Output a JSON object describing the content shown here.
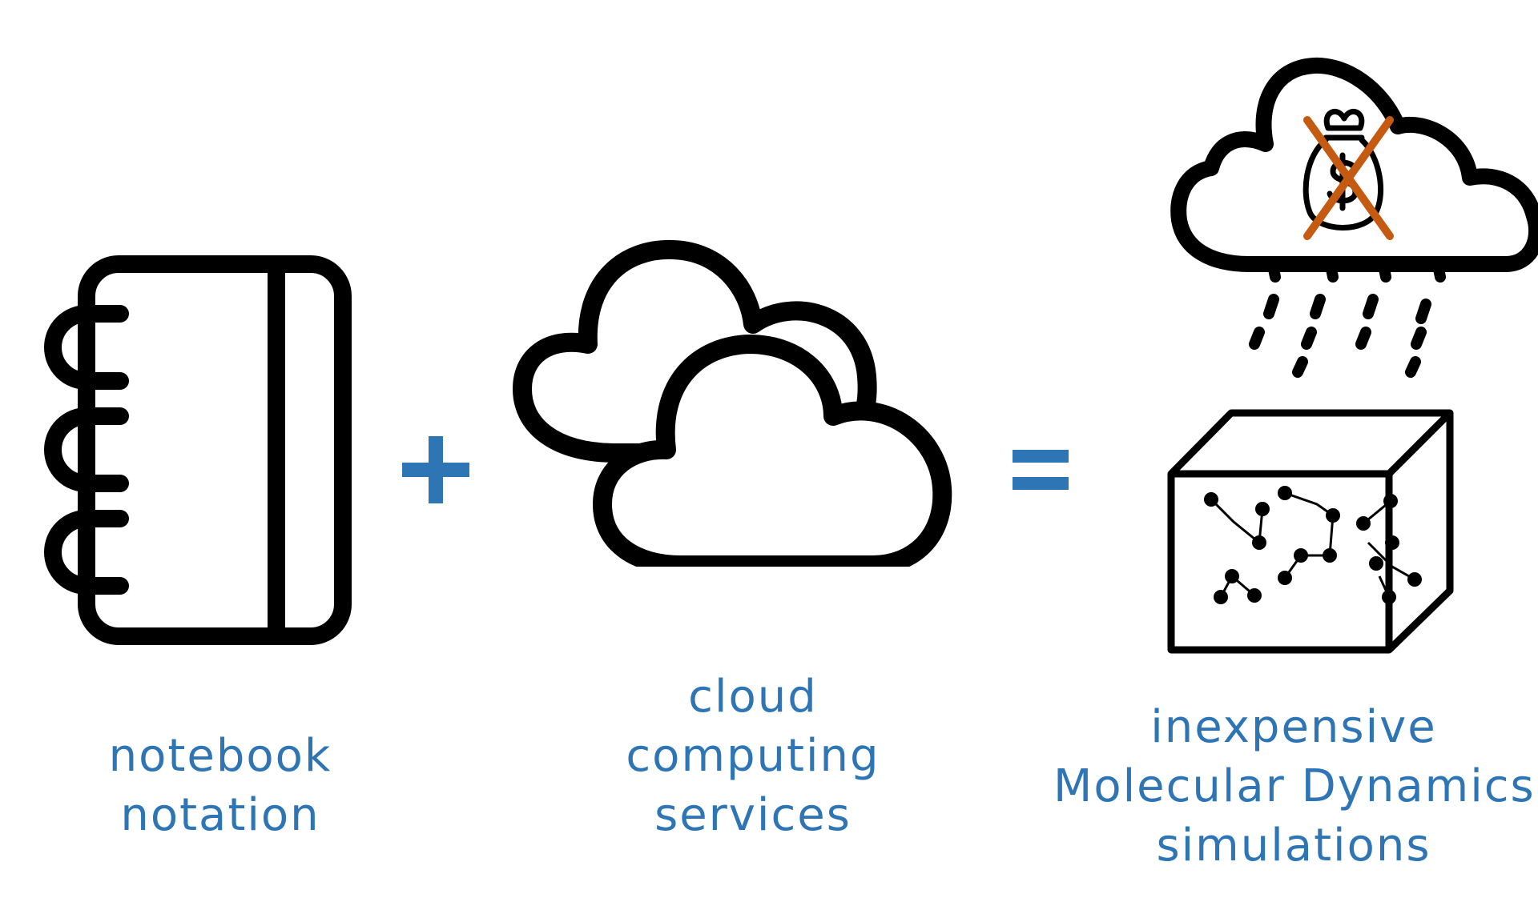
{
  "colors": {
    "text": "#2e75b6",
    "operator": "#2e75b6",
    "stroke": "#000000",
    "cross": "#c55a11"
  },
  "icons": {
    "notebook": "notebook-icon",
    "clouds": "cloud-computing-icon",
    "rain_cloud": "rain-cloud-icon",
    "money_bag": "money-bag-icon",
    "cross": "cross-out-icon",
    "box": "molecular-box-icon"
  },
  "operators": {
    "plus": "+",
    "equals": "="
  },
  "captions": {
    "notebook": [
      "notebook",
      "notation"
    ],
    "cloud": [
      "cloud",
      "computing",
      "services"
    ],
    "result": [
      "inexpensive",
      "Molecular Dynamics",
      "simulations"
    ]
  }
}
